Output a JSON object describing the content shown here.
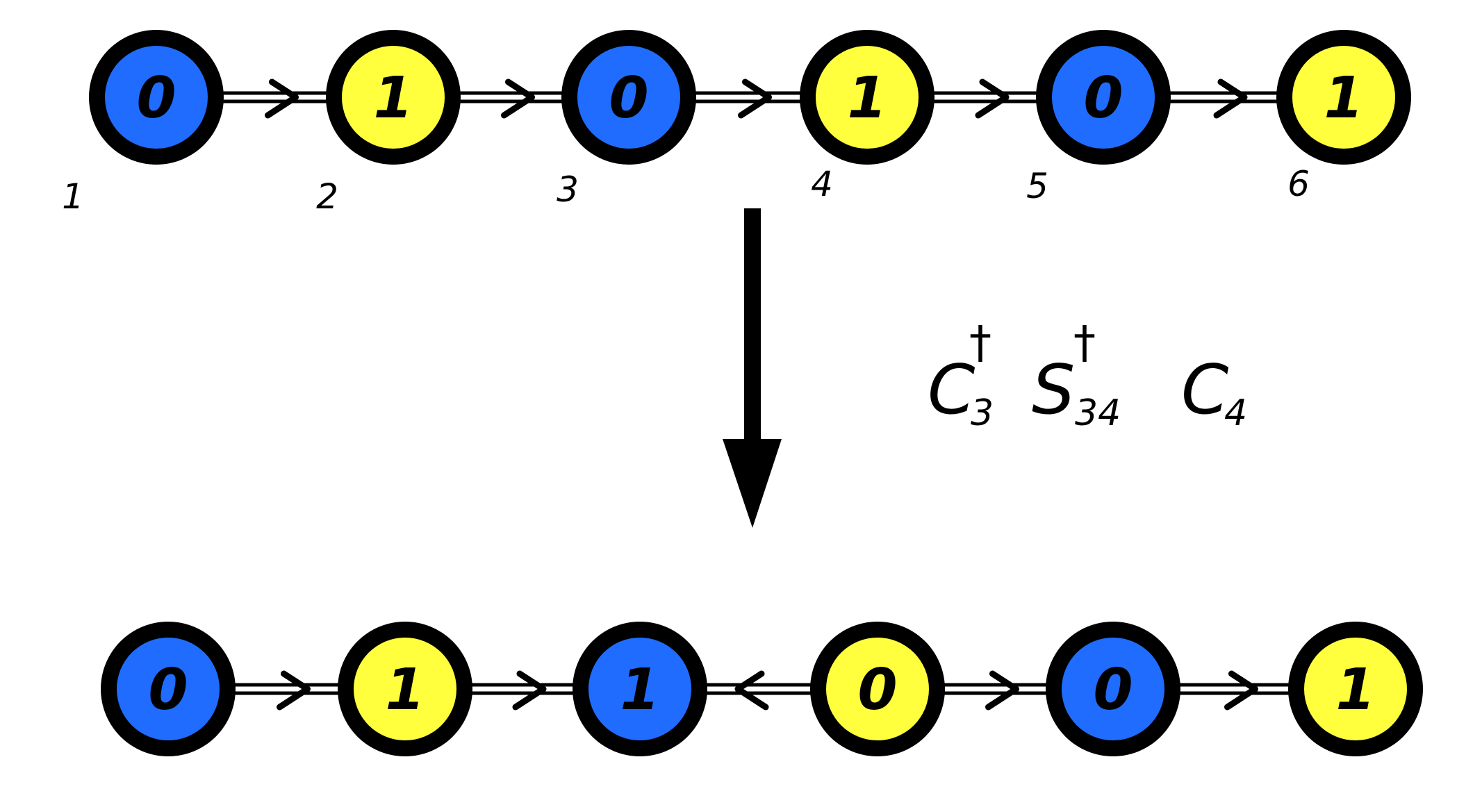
{
  "colors": {
    "blue": "#1f6cff",
    "yellow": "#ffff3d",
    "stroke": "#000000",
    "background": "#ffffff"
  },
  "top_chain": {
    "nodes": [
      {
        "bit": "0",
        "color": "blue",
        "index": "1"
      },
      {
        "bit": "1",
        "color": "yellow",
        "index": "2"
      },
      {
        "bit": "0",
        "color": "blue",
        "index": "3"
      },
      {
        "bit": "1",
        "color": "yellow",
        "index": "4"
      },
      {
        "bit": "0",
        "color": "blue",
        "index": "5"
      },
      {
        "bit": "1",
        "color": "yellow",
        "index": "6"
      }
    ],
    "edges": [
      "right",
      "right",
      "right",
      "right",
      "right"
    ]
  },
  "bottom_chain": {
    "nodes": [
      {
        "bit": "0",
        "color": "blue"
      },
      {
        "bit": "1",
        "color": "yellow"
      },
      {
        "bit": "1",
        "color": "blue"
      },
      {
        "bit": "0",
        "color": "yellow"
      },
      {
        "bit": "0",
        "color": "blue"
      },
      {
        "bit": "1",
        "color": "yellow"
      }
    ],
    "edges": [
      "right",
      "right",
      "left",
      "right",
      "right"
    ]
  },
  "operation": {
    "terms": [
      {
        "base": "C",
        "dagger": "†",
        "sub": "3"
      },
      {
        "base": "S",
        "dagger": "†",
        "sub": "34"
      },
      {
        "base": "C",
        "dagger": "",
        "sub": "4"
      }
    ]
  }
}
